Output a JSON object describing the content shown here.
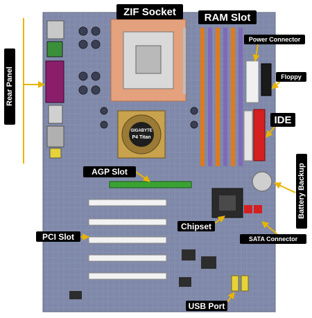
{
  "labels": {
    "zif_socket": "ZIF Socket",
    "ram_slot": "RAM Slot",
    "power_connector": "Power Connector",
    "floppy": "Floppy",
    "ide": "IDE",
    "agp_slot": "AGP Slot",
    "chipset": "Chipset",
    "sata_connector": "SATA Connector",
    "pci_slot": "PCI Slot",
    "usb_port": "USB Port",
    "rear_panel": "Rear Panel",
    "battery_backup": "Battery Backup"
  },
  "board_print": {
    "cooler_brand": "GIGABYTE",
    "cooler_model": "P4 Titan"
  },
  "colors": {
    "board": "#7f88a8",
    "label_bg": "#000000",
    "label_text": "#ffffff",
    "arrow": "#e8b400",
    "socket": "#e3a27d",
    "ram_orange": "#e07a1a",
    "ram_purple": "#7e6ab8",
    "ide_red": "#d42020",
    "agp_green": "#3aa232",
    "usb_yellow": "#e6d23a"
  }
}
